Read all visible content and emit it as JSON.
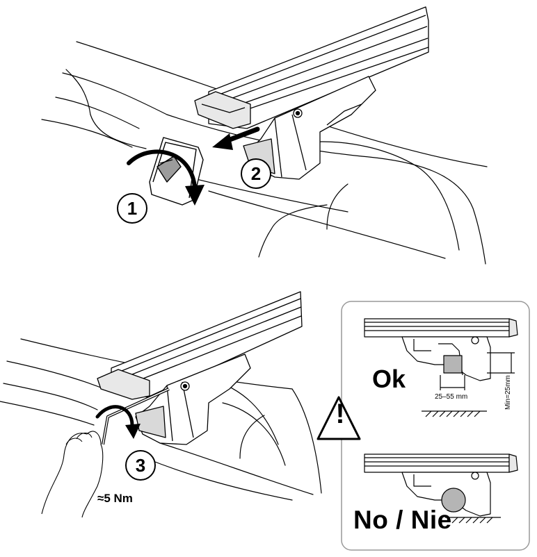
{
  "steps": {
    "step1": "1",
    "step2": "2",
    "step3": "3"
  },
  "torque_label": "≈5 Nm",
  "inset": {
    "ok_label": "Ok",
    "no_label": "No / Nie",
    "width_range": "25–55 mm",
    "min_height": "Min=25mm"
  },
  "warning": {
    "symbol": "!",
    "icon": "warning-triangle-icon"
  },
  "colors": {
    "line": "#000000",
    "gray_fill": "#b5b5b5",
    "panel_border": "#999999"
  }
}
